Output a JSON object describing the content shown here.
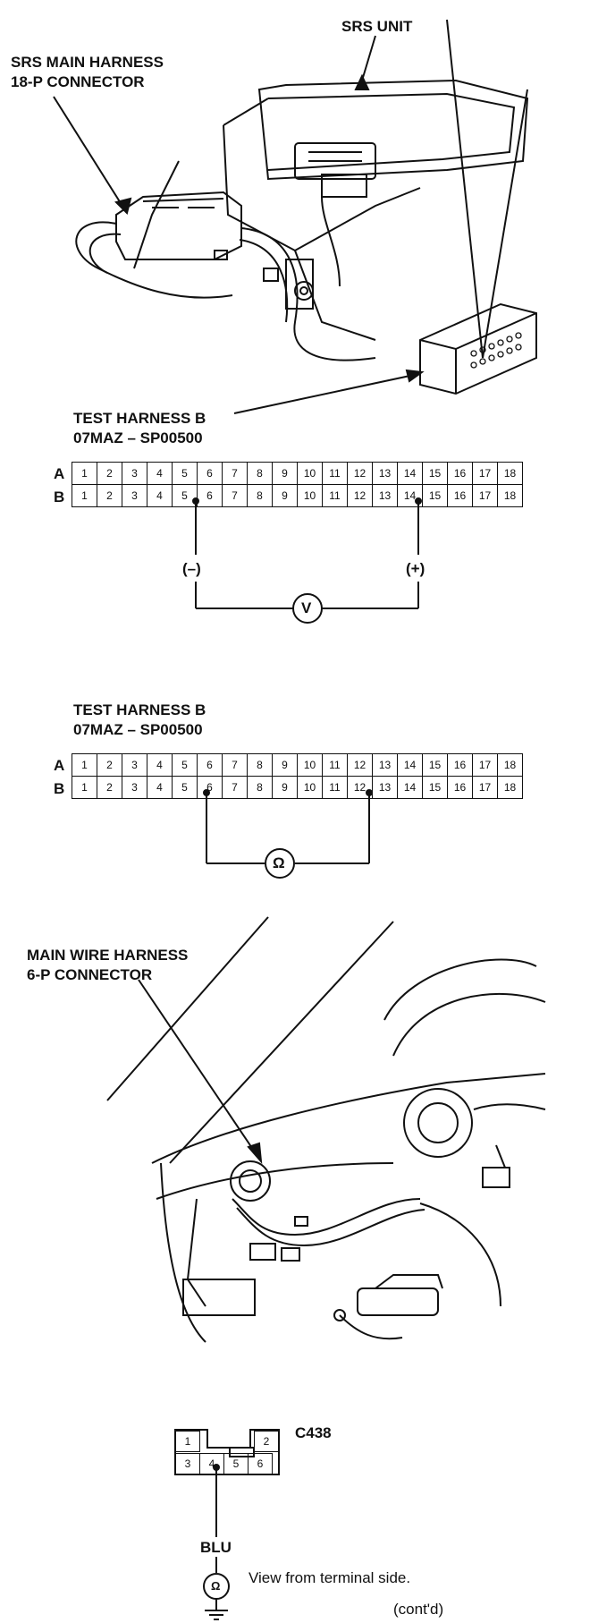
{
  "labels": {
    "srs_unit": "SRS UNIT",
    "srs_main_harness_l1": "SRS MAIN HARNESS",
    "srs_main_harness_l2": "18-P CONNECTOR",
    "test_harness_1_l1": "TEST HARNESS B",
    "test_harness_1_l2": "07MAZ – SP00500",
    "test_harness_2_l1": "TEST HARNESS B",
    "test_harness_2_l2": "07MAZ – SP00500",
    "main_wire_l1": "MAIN WIRE HARNESS",
    "main_wire_l2": "6-P CONNECTOR",
    "connector_id": "C438",
    "wire_color": "BLU",
    "view_note": "View from terminal side.",
    "cont": "(cont'd)"
  },
  "test_harness": {
    "rows": [
      "A",
      "B"
    ],
    "pins": [
      "1",
      "2",
      "3",
      "4",
      "5",
      "6",
      "7",
      "8",
      "9",
      "10",
      "11",
      "12",
      "13",
      "14",
      "15",
      "16",
      "17",
      "18"
    ]
  },
  "meter1": {
    "neg_label": "(–)",
    "pos_label": "(+)",
    "symbol": "V"
  },
  "meter2": {
    "symbol": "Ω"
  },
  "connector6p": {
    "top": [
      "1",
      "2"
    ],
    "bottom": [
      "3",
      "4",
      "5",
      "6"
    ]
  },
  "icons": [
    "voltmeter-icon",
    "ohmmeter-icon",
    "ground-icon"
  ]
}
